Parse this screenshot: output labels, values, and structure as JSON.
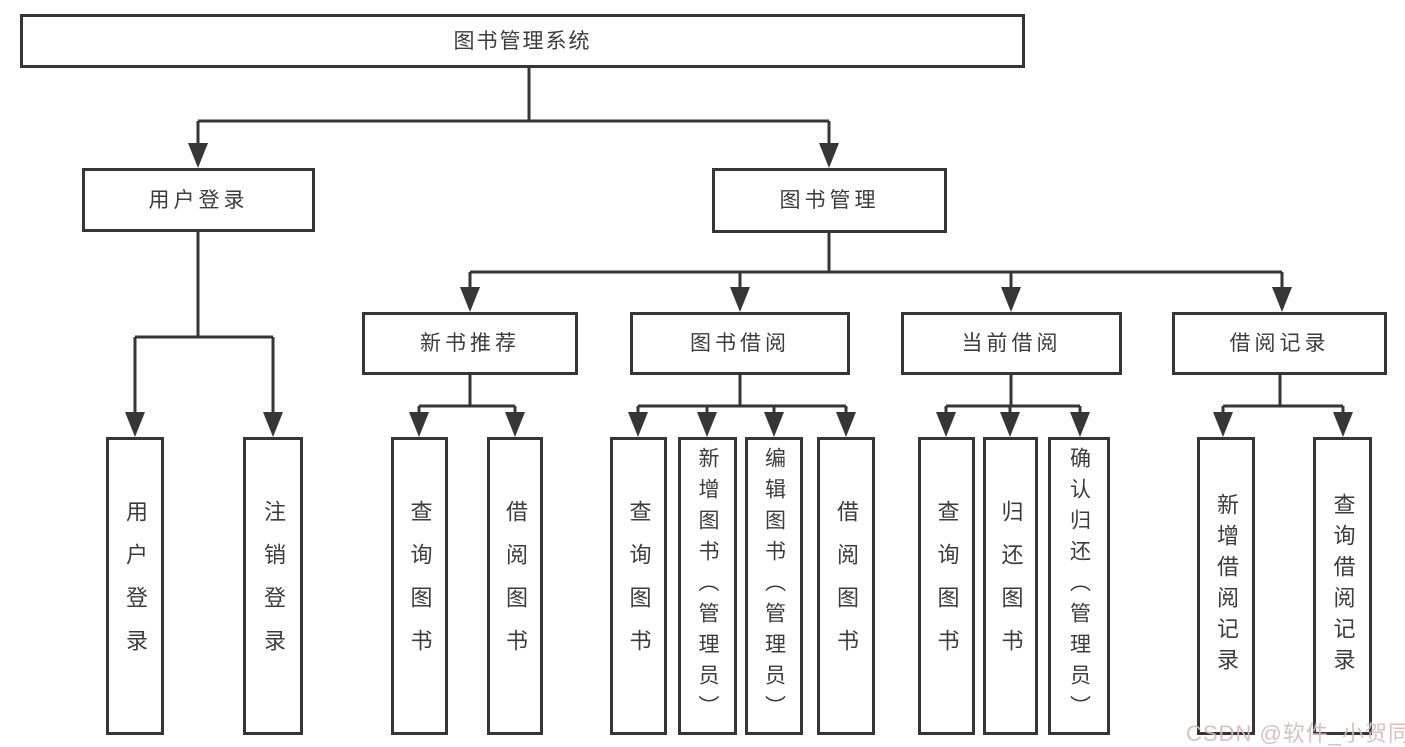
{
  "tree": {
    "root": {
      "label": "图书管理系统",
      "children": [
        {
          "label": "用户登录",
          "children": [
            {
              "label": "用户登录"
            },
            {
              "label": "注销登录"
            }
          ]
        },
        {
          "label": "图书管理",
          "children": [
            {
              "label": "新书推荐",
              "children": [
                {
                  "label": "查询图书"
                },
                {
                  "label": "借阅图书"
                }
              ]
            },
            {
              "label": "图书借阅",
              "children": [
                {
                  "label": "查询图书"
                },
                {
                  "label": "新增图书（管理员）"
                },
                {
                  "label": "编辑图书（管理员）"
                },
                {
                  "label": "借阅图书"
                }
              ]
            },
            {
              "label": "当前借阅",
              "children": [
                {
                  "label": "查询图书"
                },
                {
                  "label": "归还图书"
                },
                {
                  "label": "确认归还（管理员）"
                }
              ]
            },
            {
              "label": "借阅记录",
              "children": [
                {
                  "label": "新增借阅记录"
                },
                {
                  "label": "查询借阅记录"
                }
              ]
            }
          ]
        }
      ]
    }
  },
  "watermark": {
    "text": "CSDN @软件_小贺同学"
  },
  "colors": {
    "line": "#363636",
    "text": "#3c3c3c",
    "watermark": "#d6baba",
    "background": "#ffffff"
  }
}
